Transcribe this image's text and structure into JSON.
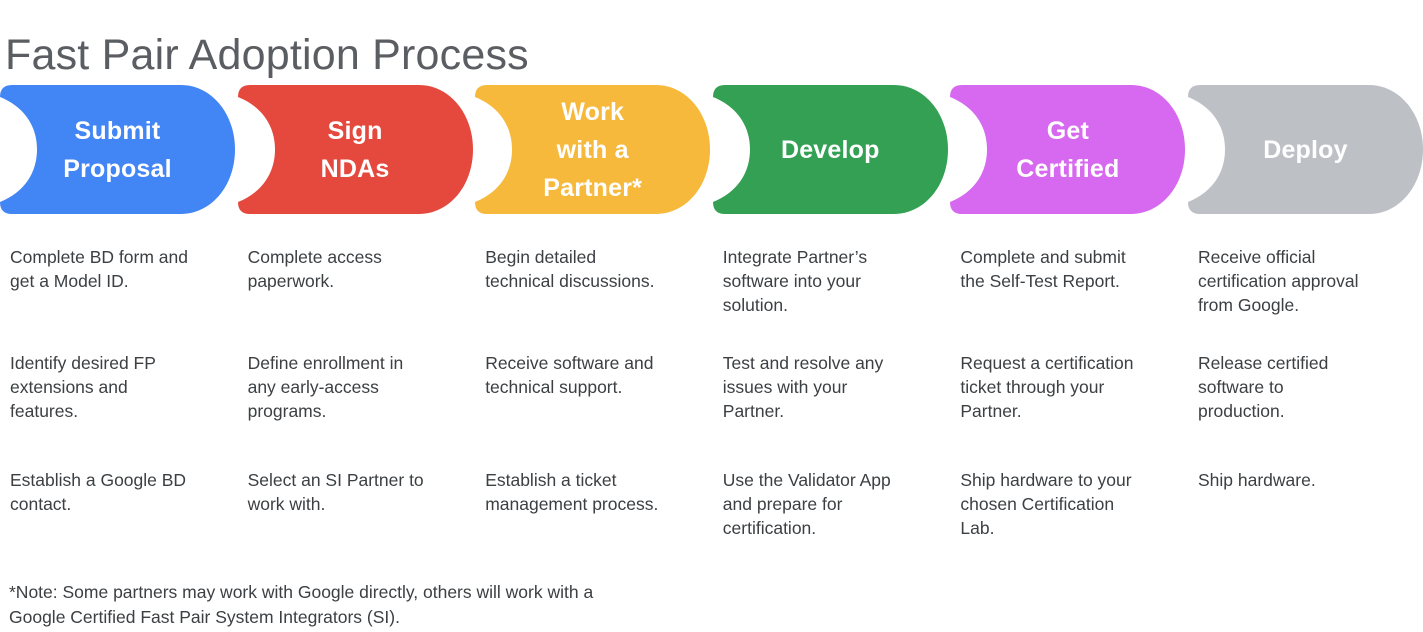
{
  "title": "Fast Pair Adoption Process",
  "colors": {
    "title_text": "#5a5d61",
    "body_text": "#3c4043",
    "step_label_text": "#ffffff"
  },
  "steps": [
    {
      "label": "Submit\nProposal",
      "color": "#4285F4",
      "notes": [
        "Complete BD form and\nget a Model ID.",
        "Identify desired FP\nextensions and\nfeatures.",
        "Establish a Google BD\ncontact."
      ]
    },
    {
      "label": "Sign\nNDAs",
      "color": "#E5493D",
      "notes": [
        "Complete access\npaperwork.",
        "Define enrollment in\nany early-access\nprograms.",
        "Select an SI Partner to\nwork with."
      ]
    },
    {
      "label": "Work\nwith a\nPartner*",
      "color": "#F6B93B",
      "notes": [
        "Begin detailed\ntechnical discussions.",
        "Receive software and\ntechnical support.",
        "Establish a ticket\nmanagement process."
      ]
    },
    {
      "label": "Develop",
      "color": "#34A054",
      "notes": [
        "Integrate Partner’s\nsoftware into your\nsolution.",
        "Test and resolve any\nissues with your\nPartner.",
        "Use the Validator App\nand prepare for\ncertification."
      ]
    },
    {
      "label": "Get\nCertified",
      "color": "#D669EF",
      "notes": [
        "Complete and submit\nthe Self-Test Report.",
        "Request a certification\nticket through your\nPartner.",
        "Ship hardware to your\nchosen Certification\nLab."
      ]
    },
    {
      "label": "Deploy",
      "color": "#BDC1C6",
      "notes": [
        "Receive official\ncertification approval\nfrom Google.",
        "Release certified\nsoftware to\nproduction.",
        "Ship hardware."
      ]
    }
  ],
  "footnote": "*Note: Some partners may work with Google directly, others will work with a\nGoogle Certified Fast Pair System Integrators (SI)."
}
